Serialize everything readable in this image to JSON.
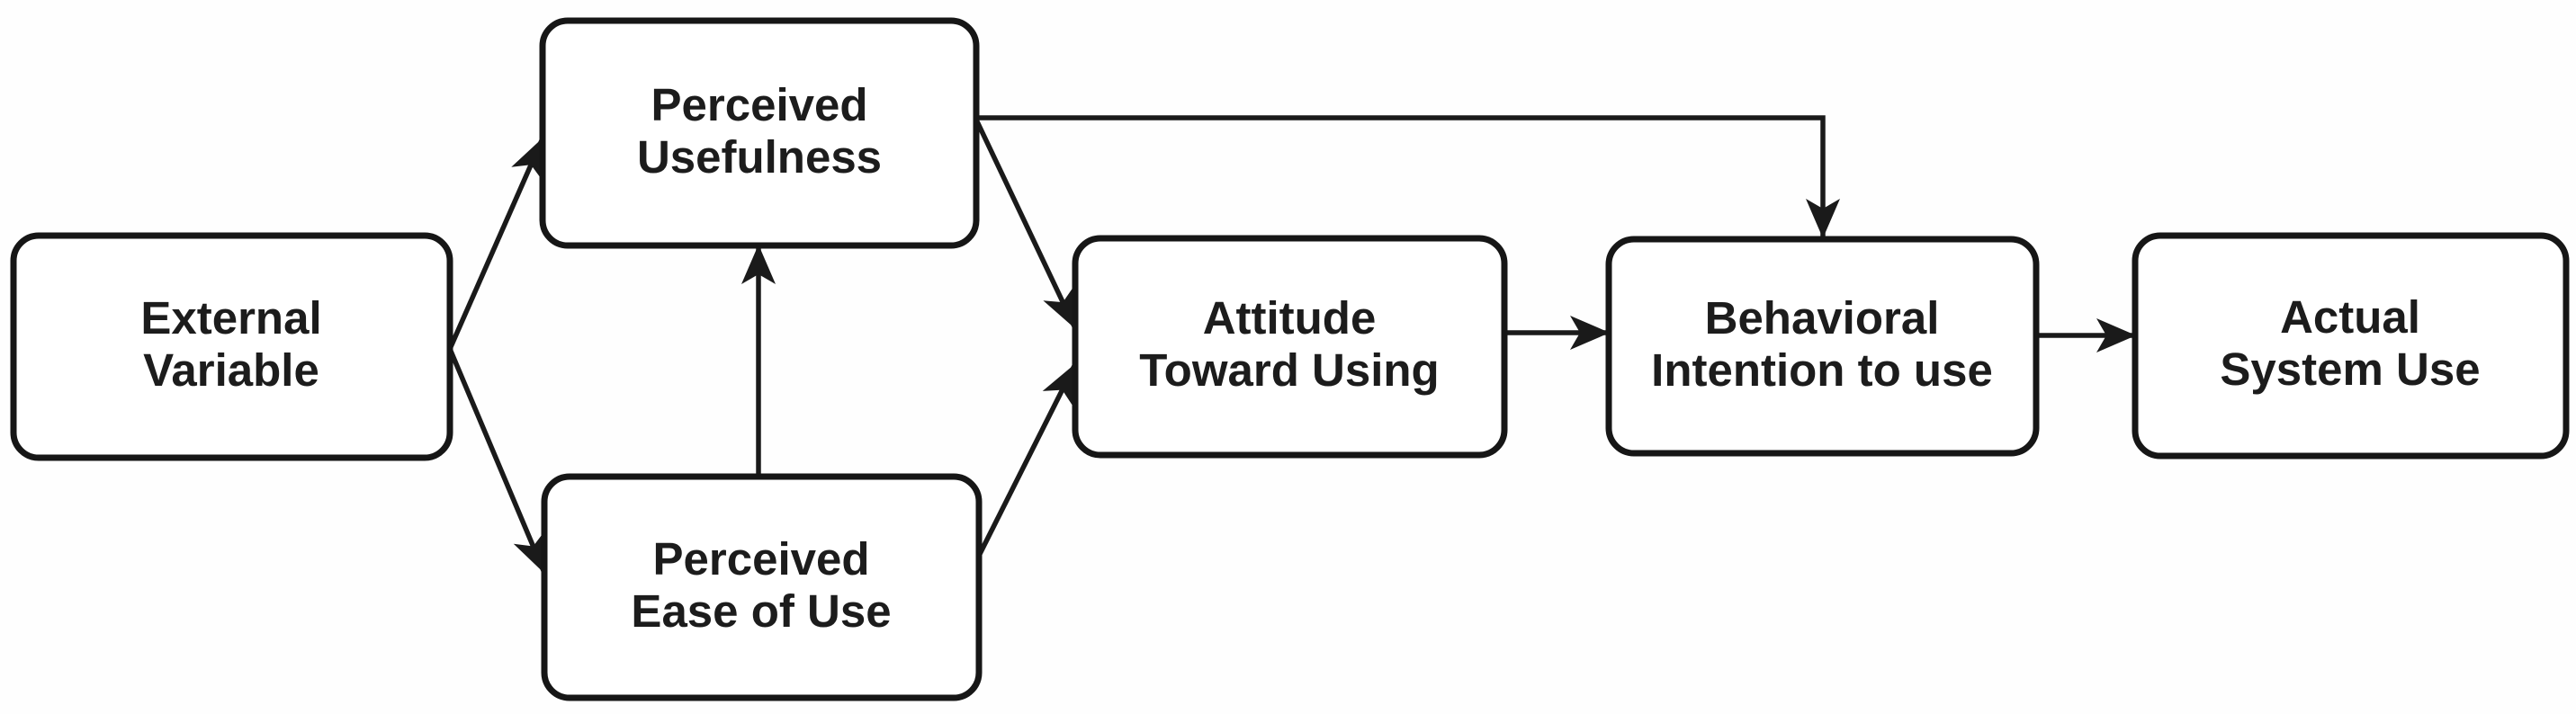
{
  "diagram": {
    "kind": "flow-diagram",
    "colors": {
      "background": "#fefefe",
      "box_fill": "#ffffff",
      "box_border": "#161616",
      "text": "#1c1c1c",
      "arrow": "#1a1a1a"
    },
    "nodes": [
      {
        "id": "external-variable",
        "label": "External Variable",
        "lines": [
          "External",
          "Variable"
        ]
      },
      {
        "id": "perceived-usefulness",
        "label": "Perceived Usefulness",
        "lines": [
          "Perceived",
          "Usefulness"
        ]
      },
      {
        "id": "perceived-ease-of-use",
        "label": "Perceived Ease of Use",
        "lines": [
          "Perceived",
          "Ease of Use"
        ]
      },
      {
        "id": "attitude-toward-using",
        "label": "Attitude Toward Using",
        "lines": [
          "Attitude",
          "Toward Using"
        ]
      },
      {
        "id": "behavioral-intention-to-use",
        "label": "Behavioral Intention to use",
        "lines": [
          "Behavioral",
          "Intention to use"
        ]
      },
      {
        "id": "actual-system-use",
        "label": "Actual System Use",
        "lines": [
          "Actual",
          "System Use"
        ]
      }
    ],
    "edges": [
      {
        "from": "external-variable",
        "to": "perceived-usefulness"
      },
      {
        "from": "external-variable",
        "to": "perceived-ease-of-use"
      },
      {
        "from": "perceived-ease-of-use",
        "to": "perceived-usefulness"
      },
      {
        "from": "perceived-usefulness",
        "to": "attitude-toward-using"
      },
      {
        "from": "perceived-ease-of-use",
        "to": "attitude-toward-using"
      },
      {
        "from": "perceived-usefulness",
        "to": "behavioral-intention-to-use"
      },
      {
        "from": "attitude-toward-using",
        "to": "behavioral-intention-to-use"
      },
      {
        "from": "behavioral-intention-to-use",
        "to": "actual-system-use"
      }
    ]
  }
}
